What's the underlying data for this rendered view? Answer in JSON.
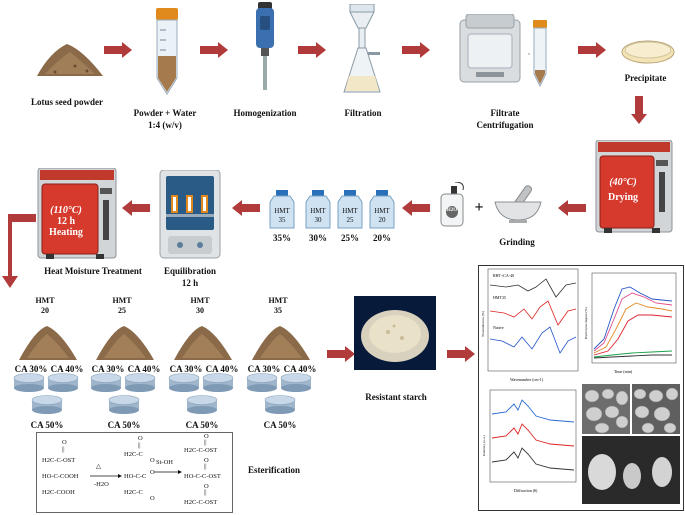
{
  "row1": {
    "lotus": "Lotus seed powder",
    "mix_line1": "Powder  + Water",
    "mix_line2": "1:4 (w/v)",
    "homog": "Homogenization",
    "filt": "Filtration",
    "centri_line1": "Filtrate",
    "centri_line2": "Centrifugation",
    "precip": "Precipitate"
  },
  "row2": {
    "dryer_temp": "(40°C)",
    "dryer_label": "Drying",
    "grinding": "Grinding",
    "water_symbol": "H2O",
    "hmt_line1": "Heat Moisture Treatment",
    "heater_temp": "(110°C)",
    "heater_time": "12 h",
    "heater_label": "Heating",
    "equil_line1": "Equilibration",
    "equil_line2": "12 h",
    "bottles": [
      {
        "tag": "HMT",
        "num": "35",
        "pct": "35%"
      },
      {
        "tag": "HMT",
        "num": "30",
        "pct": "30%"
      },
      {
        "tag": "HMT",
        "num": "25",
        "pct": "25%"
      },
      {
        "tag": "HMT",
        "num": "20",
        "pct": "20%"
      }
    ]
  },
  "row3": {
    "groups": [
      {
        "name_a": "HMT",
        "name_b": "20",
        "ca_left": "CA 30%",
        "ca_right": "CA 40%",
        "ca_bottom": "CA 50%"
      },
      {
        "name_a": "HMT",
        "name_b": "25",
        "ca_left": "CA 30%",
        "ca_right": "CA 40%",
        "ca_bottom": "CA 50%"
      },
      {
        "name_a": "HMT",
        "name_b": "30",
        "ca_left": "CA 30%",
        "ca_right": "CA 40%",
        "ca_bottom": "CA 50%"
      },
      {
        "name_a": "HMT",
        "name_b": "35",
        "ca_left": "CA 30%",
        "ca_right": "CA 40%",
        "ca_bottom": "CA 50%"
      }
    ],
    "resistant": "Resistant starch",
    "esterification": "Esterification",
    "reaction": {
      "delta": "△",
      "water_loss": "-H2O",
      "reagent": "St-OH",
      "m1": [
        "O",
        "||",
        "H2C-C-OST",
        "HO-C-COOH",
        "H2C-COOH"
      ],
      "m2": [
        "O",
        "||",
        "H2C-C",
        "O",
        "HO-C-C",
        "O",
        "H2C-C",
        "O"
      ],
      "m3": [
        "O",
        "||",
        "H2C-C-OST",
        "O",
        "||",
        "HO-C-C-OST",
        "O",
        "||",
        "H2C-C-OST"
      ]
    }
  },
  "panels": {
    "ftir_labels": [
      "RHT+CA-40",
      "HMT35",
      "Native"
    ],
    "ftir_xlabel": "Wavenumber (cm-1)",
    "ftir_ylabel": "Transmittance (%)",
    "digest_ylabel": "Hydrolysis degree (%)",
    "digest_xlabel": "Time (min)",
    "xrd_xlabel": "Diffraction (θ)",
    "xrd_ylabel": "Intensity (a.u.)"
  }
}
